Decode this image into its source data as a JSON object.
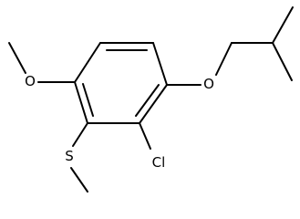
{
  "molecule": {
    "atoms": {
      "o_methoxy": "O",
      "s_methylthio": "S",
      "cl_chloro": "Cl",
      "o_isobutoxy": "O"
    }
  }
}
